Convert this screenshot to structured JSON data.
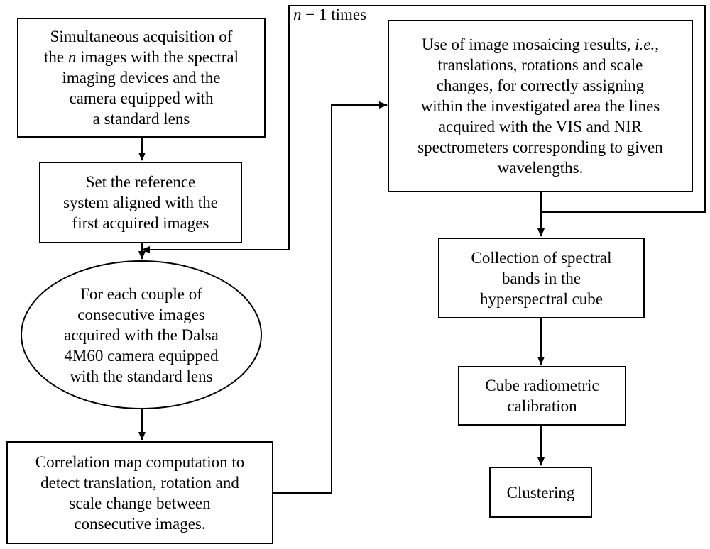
{
  "nodes": {
    "acquisition": {
      "lines": [
        "Simultaneous acquisition of",
        "the <i>n</i> images with the spectral",
        "imaging devices and the",
        "camera equipped with",
        "a standard lens"
      ]
    },
    "reference": {
      "lines": [
        "Set the reference",
        "system aligned with the",
        "first acquired images"
      ]
    },
    "couple": {
      "lines": [
        "For each couple of",
        "consecutive images",
        "acquired with the Dalsa",
        "4M60 camera equipped",
        "with the standard lens"
      ]
    },
    "correlation": {
      "lines": [
        "Correlation map computation to",
        "detect translation, rotation and",
        "scale change between",
        "consecutive images."
      ]
    },
    "mosaicing": {
      "lines": [
        "Use of image mosaicing results, <i>i.e.</i>,",
        "translations, rotations and scale",
        "changes, for correctly assigning",
        "within the investigated area the lines",
        "acquired with the VIS and NIR",
        "spectrometers corresponding to given",
        "wavelengths."
      ]
    },
    "collection": {
      "lines": [
        "Collection of spectral",
        "bands in the",
        "hyperspectral cube"
      ]
    },
    "calibration": {
      "lines": [
        "Cube radiometric",
        "calibration"
      ]
    },
    "clustering": {
      "lines": [
        "Clustering"
      ]
    }
  },
  "loop_label": "<i>n</i> − 1 times"
}
